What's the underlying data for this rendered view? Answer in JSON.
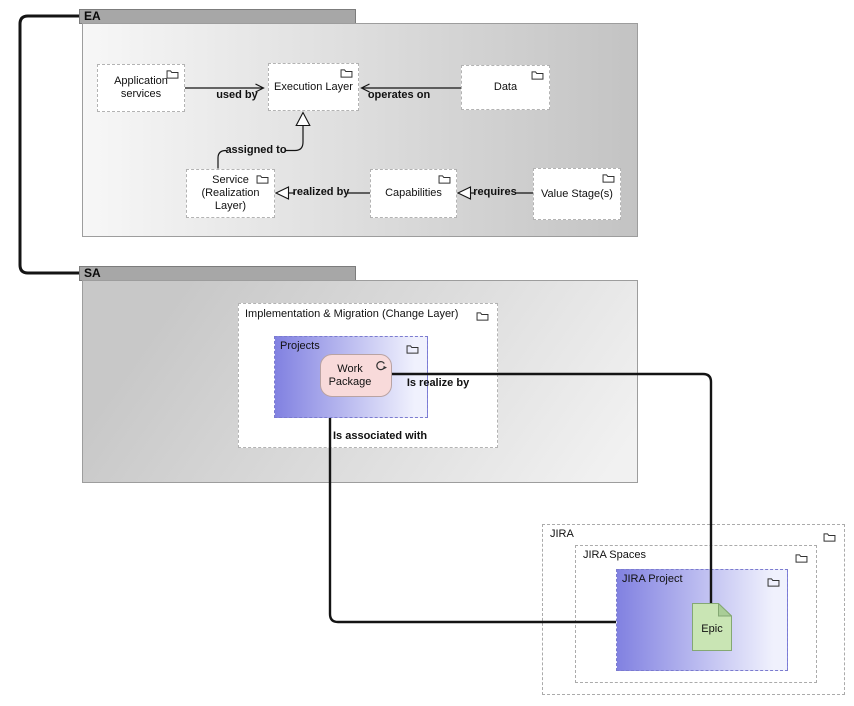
{
  "packages": {
    "ea": {
      "label": "EA"
    },
    "sa": {
      "label": "SA"
    }
  },
  "ea_nodes": {
    "application_services": "Application services",
    "execution_layer": "Execution Layer",
    "data": "Data",
    "service_realization": "Service (Realization Layer)",
    "capabilities": "Capabilities",
    "value_stages": "Value Stage(s)"
  },
  "relations": {
    "used_by": "used by",
    "operates_on": "operates on",
    "assigned_to": "assigned to",
    "realized_by": "realized by",
    "requires": "requires",
    "is_realize_by": "Is realize by",
    "is_associated_with": "Is associated with"
  },
  "sa_nodes": {
    "implementation_migration": "Implementation & Migration (Change Layer)",
    "projects": "Projects",
    "work_package": "Work Package"
  },
  "jira_nodes": {
    "jira": "JIRA",
    "jira_spaces": "JIRA Spaces",
    "jira_project": "JIRA Project",
    "epic": "Epic"
  },
  "icons": {
    "folder": "folder-icon",
    "work_package_loop": "circular-arrow-icon",
    "epic_shape": "document-note-icon"
  },
  "colors": {
    "package_tab": "#a7a7a7",
    "ea_body_gradient": [
      "#f7f7f7",
      "#c3c3c3"
    ],
    "sa_body_gradient": [
      "#c8c8c8",
      "#f1f1f1"
    ],
    "purple_gradient": [
      "#8181e1",
      "#f0f1fd"
    ],
    "purple_border": "#7b7bcf",
    "work_package_fill": "#f8dada",
    "epic_fill": "#c9e5b4",
    "epic_fold": "#a9cd97",
    "connector": "#141414"
  }
}
